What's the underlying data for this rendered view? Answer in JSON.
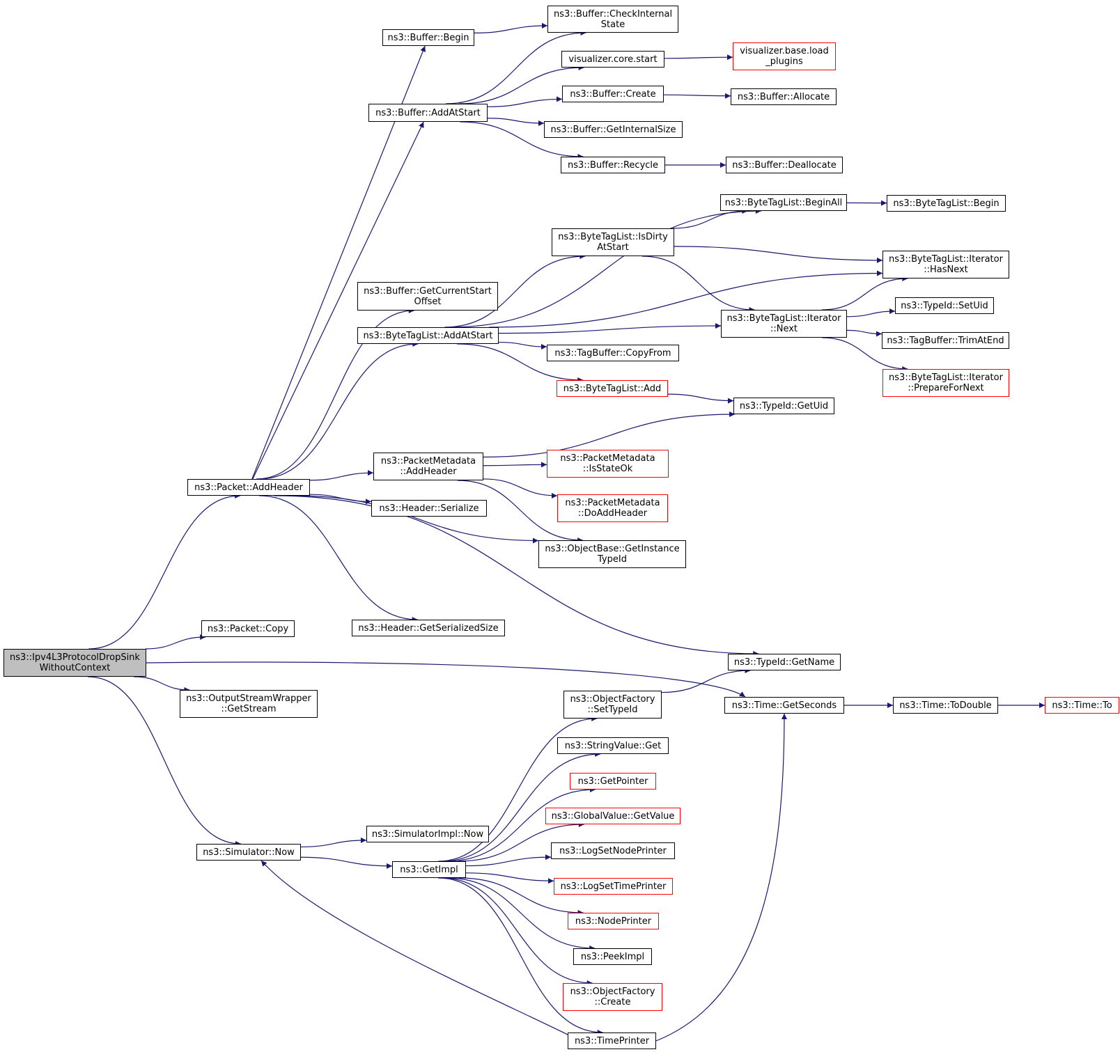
{
  "graph": {
    "colors": {
      "edge": "#191970",
      "node_border": "#000000",
      "incomplete_border": "#ff0000",
      "root_fill": "#bfbfbf",
      "background": "#ffffff"
    },
    "nodes": [
      {
        "id": "root",
        "lines": [
          "ns3::Ipv4L3ProtocolDropSink",
          "WithoutContext"
        ],
        "style": "root"
      },
      {
        "id": "addHeader",
        "lines": [
          "ns3::Packet::AddHeader"
        ],
        "style": "normal"
      },
      {
        "id": "packetCopy",
        "lines": [
          "ns3::Packet::Copy"
        ],
        "style": "normal"
      },
      {
        "id": "getStream",
        "lines": [
          "ns3::OutputStreamWrapper",
          "::GetStream"
        ],
        "style": "normal"
      },
      {
        "id": "simNow",
        "lines": [
          "ns3::Simulator::Now"
        ],
        "style": "normal"
      },
      {
        "id": "bufBegin",
        "lines": [
          "ns3::Buffer::Begin"
        ],
        "style": "normal"
      },
      {
        "id": "bufAddAtStart",
        "lines": [
          "ns3::Buffer::AddAtStart"
        ],
        "style": "normal"
      },
      {
        "id": "getCurStart",
        "lines": [
          "ns3::Buffer::GetCurrentStart",
          "Offset"
        ],
        "style": "normal"
      },
      {
        "id": "btlAddAtStart",
        "lines": [
          "ns3::ByteTagList::AddAtStart"
        ],
        "style": "normal"
      },
      {
        "id": "pmAddHeader",
        "lines": [
          "ns3::PacketMetadata",
          "::AddHeader"
        ],
        "style": "normal"
      },
      {
        "id": "hdrSerialize",
        "lines": [
          "ns3::Header::Serialize"
        ],
        "style": "normal"
      },
      {
        "id": "hdrGetSize",
        "lines": [
          "ns3::Header::GetSerializedSize"
        ],
        "style": "normal"
      },
      {
        "id": "simImplNow",
        "lines": [
          "ns3::SimulatorImpl::Now"
        ],
        "style": "normal"
      },
      {
        "id": "getImpl",
        "lines": [
          "ns3::GetImpl"
        ],
        "style": "normal"
      },
      {
        "id": "checkInternal",
        "lines": [
          "ns3::Buffer::CheckInternal",
          "State"
        ],
        "style": "normal"
      },
      {
        "id": "vizStart",
        "lines": [
          "visualizer.core.start"
        ],
        "style": "normal"
      },
      {
        "id": "bufCreate",
        "lines": [
          "ns3::Buffer::Create"
        ],
        "style": "normal"
      },
      {
        "id": "bufGetInternal",
        "lines": [
          "ns3::Buffer::GetInternalSize"
        ],
        "style": "normal"
      },
      {
        "id": "bufRecycle",
        "lines": [
          "ns3::Buffer::Recycle"
        ],
        "style": "normal"
      },
      {
        "id": "isDirty",
        "lines": [
          "ns3::ByteTagList::IsDirty",
          "AtStart"
        ],
        "style": "normal"
      },
      {
        "id": "tbCopyFrom",
        "lines": [
          "ns3::TagBuffer::CopyFrom"
        ],
        "style": "normal"
      },
      {
        "id": "btlAdd",
        "lines": [
          "ns3::ByteTagList::Add"
        ],
        "style": "red"
      },
      {
        "id": "pmIsStateOk",
        "lines": [
          "ns3::PacketMetadata",
          "::IsStateOk"
        ],
        "style": "red"
      },
      {
        "id": "pmDoAdd",
        "lines": [
          "ns3::PacketMetadata",
          "::DoAddHeader"
        ],
        "style": "red"
      },
      {
        "id": "objGetInst",
        "lines": [
          "ns3::ObjectBase::GetInstance",
          "TypeId"
        ],
        "style": "normal"
      },
      {
        "id": "ofSetTypeId",
        "lines": [
          "ns3::ObjectFactory",
          "::SetTypeId"
        ],
        "style": "normal"
      },
      {
        "id": "strGet",
        "lines": [
          "ns3::StringValue::Get"
        ],
        "style": "normal"
      },
      {
        "id": "getPointer",
        "lines": [
          "ns3::GetPointer"
        ],
        "style": "red"
      },
      {
        "id": "gvGetValue",
        "lines": [
          "ns3::GlobalValue::GetValue"
        ],
        "style": "red"
      },
      {
        "id": "logNodePr",
        "lines": [
          "ns3::LogSetNodePrinter"
        ],
        "style": "normal"
      },
      {
        "id": "logTimePr",
        "lines": [
          "ns3::LogSetTimePrinter"
        ],
        "style": "red"
      },
      {
        "id": "nodePrinter",
        "lines": [
          "ns3::NodePrinter"
        ],
        "style": "red"
      },
      {
        "id": "peekImpl",
        "lines": [
          "ns3::PeekImpl"
        ],
        "style": "normal"
      },
      {
        "id": "ofCreate",
        "lines": [
          "ns3::ObjectFactory",
          "::Create"
        ],
        "style": "red"
      },
      {
        "id": "timePrinter",
        "lines": [
          "ns3::TimePrinter"
        ],
        "style": "normal"
      },
      {
        "id": "vizLoad",
        "lines": [
          "visualizer.base.load",
          "_plugins"
        ],
        "style": "red"
      },
      {
        "id": "bufAllocate",
        "lines": [
          "ns3::Buffer::Allocate"
        ],
        "style": "normal"
      },
      {
        "id": "bufDealloc",
        "lines": [
          "ns3::Buffer::Deallocate"
        ],
        "style": "normal"
      },
      {
        "id": "beginAll",
        "lines": [
          "ns3::ByteTagList::BeginAll"
        ],
        "style": "normal"
      },
      {
        "id": "itNext",
        "lines": [
          "ns3::ByteTagList::Iterator",
          "::Next"
        ],
        "style": "normal"
      },
      {
        "id": "getUid",
        "lines": [
          "ns3::TypeId::GetUid"
        ],
        "style": "normal"
      },
      {
        "id": "getName",
        "lines": [
          "ns3::TypeId::GetName"
        ],
        "style": "normal"
      },
      {
        "id": "getSeconds",
        "lines": [
          "ns3::Time::GetSeconds"
        ],
        "style": "normal"
      },
      {
        "id": "btlBegin",
        "lines": [
          "ns3::ByteTagList::Begin"
        ],
        "style": "normal"
      },
      {
        "id": "itHasNext",
        "lines": [
          "ns3::ByteTagList::Iterator",
          "::HasNext"
        ],
        "style": "normal"
      },
      {
        "id": "setUid",
        "lines": [
          "ns3::TypeId::SetUid"
        ],
        "style": "normal"
      },
      {
        "id": "trimAtEnd",
        "lines": [
          "ns3::TagBuffer::TrimAtEnd"
        ],
        "style": "normal"
      },
      {
        "id": "prepNext",
        "lines": [
          "ns3::ByteTagList::Iterator",
          "::PrepareForNext"
        ],
        "style": "red"
      },
      {
        "id": "toDouble",
        "lines": [
          "ns3::Time::ToDouble"
        ],
        "style": "normal"
      },
      {
        "id": "timeTo",
        "lines": [
          "ns3::Time::To"
        ],
        "style": "red"
      }
    ],
    "edges": [
      [
        "root",
        "addHeader"
      ],
      [
        "root",
        "packetCopy"
      ],
      [
        "root",
        "getSeconds"
      ],
      [
        "root",
        "getStream"
      ],
      [
        "root",
        "simNow"
      ],
      [
        "addHeader",
        "bufBegin"
      ],
      [
        "addHeader",
        "bufAddAtStart"
      ],
      [
        "addHeader",
        "getCurStart"
      ],
      [
        "addHeader",
        "btlAddAtStart"
      ],
      [
        "addHeader",
        "pmAddHeader"
      ],
      [
        "addHeader",
        "hdrSerialize"
      ],
      [
        "addHeader",
        "objGetInst"
      ],
      [
        "addHeader",
        "hdrGetSize"
      ],
      [
        "addHeader",
        "getName"
      ],
      [
        "bufBegin",
        "checkInternal"
      ],
      [
        "bufAddAtStart",
        "checkInternal"
      ],
      [
        "bufAddAtStart",
        "vizStart"
      ],
      [
        "bufAddAtStart",
        "bufCreate"
      ],
      [
        "bufAddAtStart",
        "bufGetInternal"
      ],
      [
        "bufAddAtStart",
        "bufRecycle"
      ],
      [
        "vizStart",
        "vizLoad"
      ],
      [
        "bufCreate",
        "bufAllocate"
      ],
      [
        "bufRecycle",
        "bufDealloc"
      ],
      [
        "btlAddAtStart",
        "beginAll"
      ],
      [
        "btlAddAtStart",
        "isDirty"
      ],
      [
        "btlAddAtStart",
        "itHasNext"
      ],
      [
        "btlAddAtStart",
        "itNext"
      ],
      [
        "btlAddAtStart",
        "tbCopyFrom"
      ],
      [
        "btlAddAtStart",
        "btlAdd"
      ],
      [
        "beginAll",
        "btlBegin"
      ],
      [
        "isDirty",
        "beginAll"
      ],
      [
        "isDirty",
        "itHasNext"
      ],
      [
        "isDirty",
        "itNext"
      ],
      [
        "itNext",
        "itHasNext"
      ],
      [
        "itNext",
        "setUid"
      ],
      [
        "itNext",
        "trimAtEnd"
      ],
      [
        "itNext",
        "prepNext"
      ],
      [
        "btlAdd",
        "getUid"
      ],
      [
        "pmAddHeader",
        "getUid"
      ],
      [
        "pmAddHeader",
        "pmIsStateOk"
      ],
      [
        "pmAddHeader",
        "pmDoAdd"
      ],
      [
        "pmAddHeader",
        "objGetInst"
      ],
      [
        "simNow",
        "simImplNow"
      ],
      [
        "simNow",
        "getImpl"
      ],
      [
        "getImpl",
        "ofSetTypeId"
      ],
      [
        "getImpl",
        "strGet"
      ],
      [
        "getImpl",
        "getPointer"
      ],
      [
        "getImpl",
        "gvGetValue"
      ],
      [
        "getImpl",
        "logNodePr"
      ],
      [
        "getImpl",
        "logTimePr"
      ],
      [
        "getImpl",
        "nodePrinter"
      ],
      [
        "getImpl",
        "peekImpl"
      ],
      [
        "getImpl",
        "ofCreate"
      ],
      [
        "getImpl",
        "timePrinter"
      ],
      [
        "ofSetTypeId",
        "getName"
      ],
      [
        "timePrinter",
        "simNow"
      ],
      [
        "timePrinter",
        "getSeconds"
      ],
      [
        "getSeconds",
        "toDouble"
      ],
      [
        "toDouble",
        "timeTo"
      ]
    ]
  }
}
